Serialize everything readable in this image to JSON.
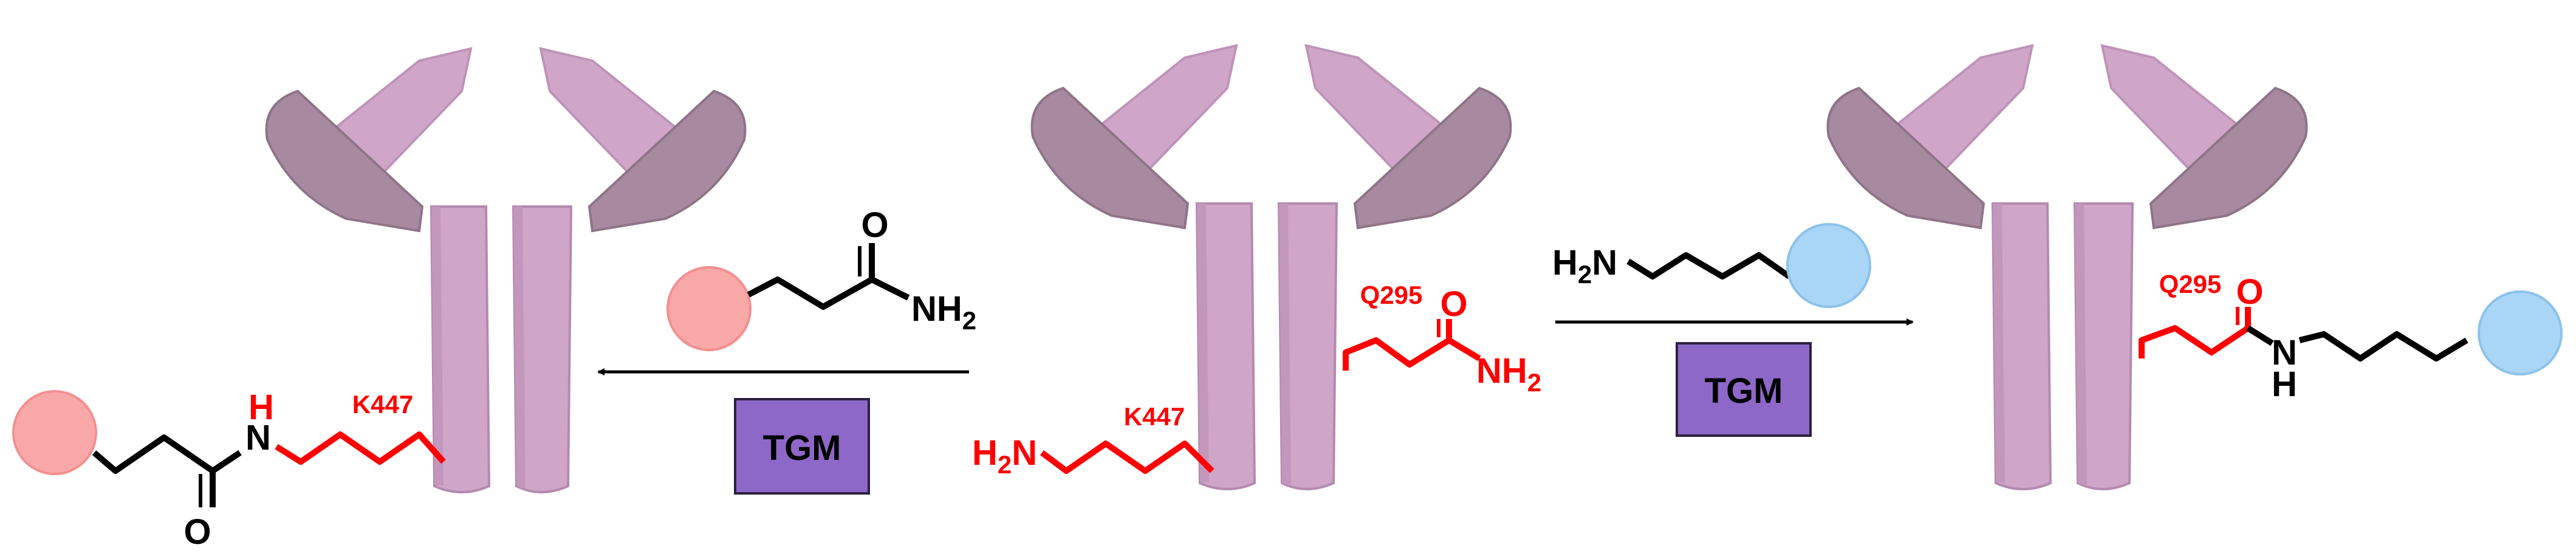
{
  "colors": {
    "antibody_light": "#cfa6c8",
    "antibody_shade": "#c297bb",
    "antibody_dark": "#a78a9f",
    "antibody_dark_edge": "#8f7488",
    "red_chain": "#ff0000",
    "black_chain": "#000000",
    "pink_payload": "#f9a8a8",
    "blue_payload": "#a9d6f7",
    "tgm_box": "#8e68c8",
    "tgm_box_border": "#2b2140"
  },
  "icons": {
    "antibody": "y-shaped-antibody-icon",
    "pink_payload": "pink-sphere-icon",
    "blue_payload": "blue-sphere-icon",
    "arrow": "reaction-arrow-icon"
  },
  "left_product": {
    "amide_h_label": "H",
    "amide_n_label": "N",
    "carbonyl_o_label": "O",
    "lysine_label": "K447"
  },
  "left_reaction": {
    "reagent_o_label": "O",
    "reagent_nh_label": "NH",
    "reagent_sub_label": "2",
    "enzyme_label": "TGM"
  },
  "center_antibody": {
    "lysine_amine_label": "H",
    "lysine_amine_sub": "2",
    "lysine_amine_n": "N",
    "lysine_label": "K447",
    "glutamine_label": "Q295",
    "glutamine_o_label": "O",
    "glutamine_nh_label": "NH",
    "glutamine_sub_label": "2"
  },
  "right_reaction": {
    "reagent_h_label": "H",
    "reagent_sub_label": "2",
    "reagent_n_label": "N",
    "enzyme_label": "TGM"
  },
  "right_product": {
    "glutamine_label": "Q295",
    "carbonyl_o_label": "O",
    "amide_n_label": "N",
    "amide_h_label": "H"
  }
}
